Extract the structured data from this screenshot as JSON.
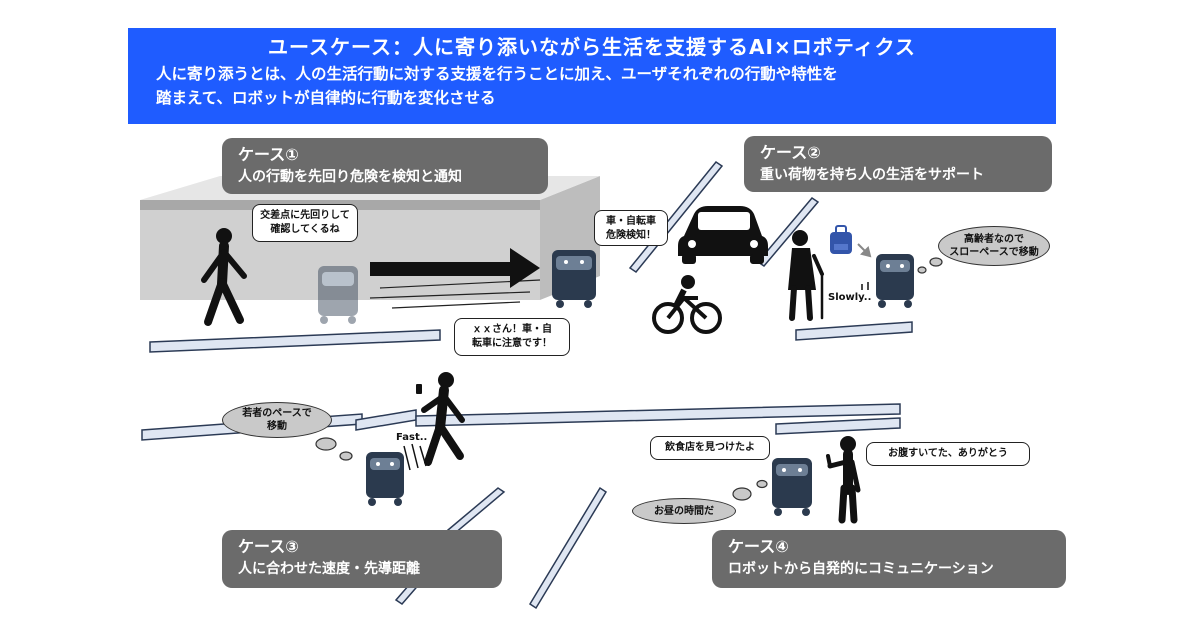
{
  "header": {
    "title": "ユースケース：人に寄り添いながら生活を支援するAI×ロボティクス",
    "subtitle_line1": "人に寄り添うとは、人の生活行動に対する支援を行うことに加え、ユーザそれぞれの行動や特性を",
    "subtitle_line2": "踏まえて、ロボットが自律的に行動を変化させる"
  },
  "cases": [
    {
      "heading": "ケース①",
      "body": "人の行動を先回り危険を検知と通知"
    },
    {
      "heading": "ケース②",
      "body": "重い荷物を持ち人の生活をサポート"
    },
    {
      "heading": "ケース③",
      "body": "人に合わせた速度・先導距離"
    },
    {
      "heading": "ケース④",
      "body": "ロボットから自発的にコミュニケーション"
    }
  ],
  "bubbles": {
    "case1_check_1": "交差点に先回りして",
    "case1_check_2": "確認してくるね",
    "case1_detect_1": "車・自転車",
    "case1_detect_2": "危険検知！",
    "case1_warn_1": "ｘｘさん！車・自",
    "case1_warn_2": "転車に注意です！",
    "case2_think_1": "高齢者なので",
    "case2_think_2": "スローペースで移動",
    "case3_think_1": "若者のペースで",
    "case3_think_2": "移動",
    "case4_found": "飲食店を見つけたよ",
    "case4_reply": "お腹すいてた、ありがとう",
    "case4_think": "お昼の時間だ"
  },
  "labels": {
    "slowly": "Slowly..",
    "fast": "Fast.."
  },
  "colors": {
    "banner": "#1f5cff",
    "case_box": "#6b6b6b",
    "robot": "#2b3a4e",
    "curb_fill": "#dfe6f2",
    "curb_stroke": "#2b3a55",
    "backpack": "#3355aa"
  },
  "icons": [
    "walking-person-icon",
    "robot-icon",
    "car-icon",
    "bicycle-icon",
    "elderly-person-icon",
    "backpack-icon",
    "runner-with-phone-icon",
    "waving-person-icon",
    "motion-arrow-icon"
  ]
}
